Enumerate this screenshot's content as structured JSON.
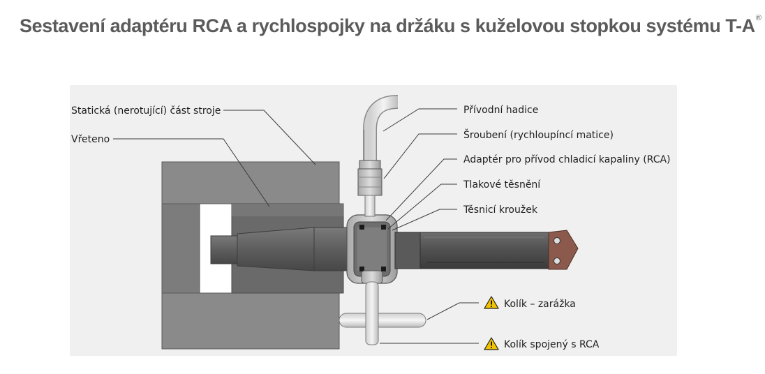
{
  "title": {
    "text": "Sestavení adaptéru RCA a rychlospojky na držáku s kuželovou stopkou systému T-A",
    "registered_mark": "®"
  },
  "labels": {
    "static_part": "Statická (nerotující) část stroje",
    "spindle": "Vřeteno",
    "supply_hose": "Přívodní hadice",
    "fitting": "Šroubení (rychloupíncí matice)",
    "rca_adapter": "Adaptér pro přívod chladicí kapaliny (RCA)",
    "pressure_seal": "Tlakové těsnění",
    "seal_ring": "Těsnicí kroužek",
    "stop_pin": "Kolík – zarážka",
    "rca_pin": "Kolík spojený s RCA"
  },
  "colors": {
    "title": "#5b5b5b",
    "housing": "#8a8a8a",
    "spindle_dark": "#5f5f5f",
    "tool_body": "#4f4f4f",
    "insert": "#8c5a4c",
    "warning": "#f2c300",
    "background_panel": "#eeeeee"
  },
  "icons": {
    "warning": "warning-triangle-icon"
  }
}
